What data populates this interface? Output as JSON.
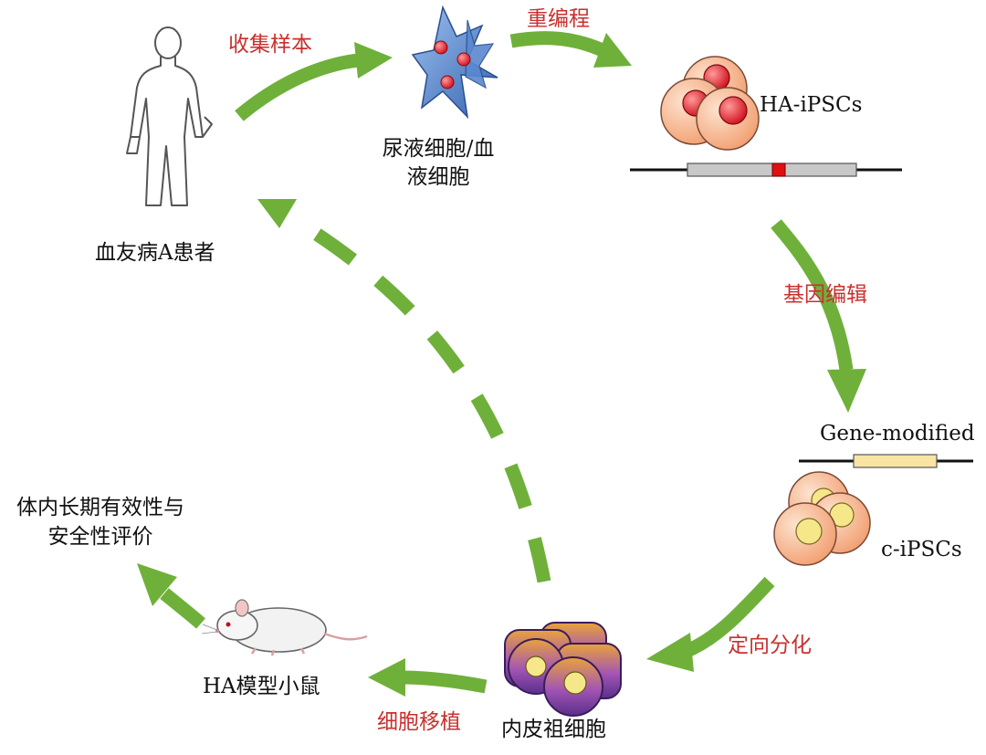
{
  "nodes": {
    "patient": "血友病A患者",
    "urine_cells_line1": "尿液细胞/血",
    "urine_cells_line2": "液细胞",
    "ha_ipscs": "HA-iPSCs",
    "gene_modified": "Gene-modified",
    "c_ipscs": "c-iPSCs",
    "endothelial_progenitor": "内皮祖细胞",
    "mouse_model": "HA模型小鼠",
    "evaluation_line1": "体内长期有效性与",
    "evaluation_line2": "安全性评价"
  },
  "steps": {
    "collect": "收集样本",
    "reprogram": "重编程",
    "gene_edit": "基因编辑",
    "differentiate": "定向分化",
    "transplant": "细胞移植"
  },
  "colors": {
    "arrow_green": "#6fb03a",
    "step_red": "#c8302e",
    "cell_orange": "#f7b891",
    "nucleus_red": "#e8202a",
    "nucleus_yellow": "#f6e88a",
    "progenitor_purple": "#6a3d9a",
    "progenitor_gold": "#e8a33a",
    "mutation_red": "#e01010",
    "gene_yellow": "#f9e4a2",
    "blood_cell_blue": "#4a78c4"
  }
}
